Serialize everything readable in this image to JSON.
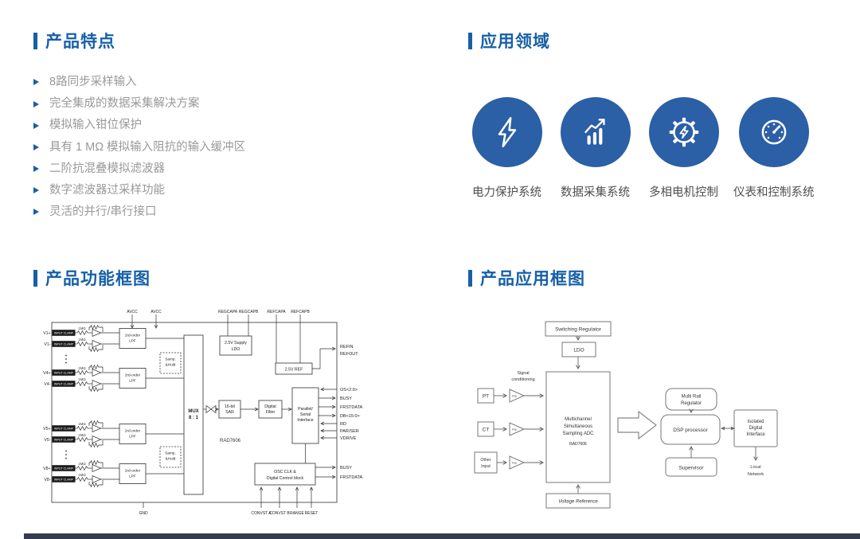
{
  "colors": {
    "accent": "#1660a8",
    "circle_blue": "#2b5fa6",
    "footer_bar": "#333d4f"
  },
  "features": {
    "title": "产品特点",
    "items": [
      "8路同步采样输入",
      "完全集成的数据采集解决方案",
      "模拟输入钳位保护",
      "具有 1 MΩ 模拟输入阻抗的输入缓冲区",
      "二阶抗混叠模拟滤波器",
      "数字滤波器过采样功能",
      "灵活的并行/串行接口"
    ]
  },
  "applications": {
    "title": "应用领域",
    "items": [
      {
        "icon": "lightning-icon",
        "label": "电力保护系统"
      },
      {
        "icon": "bar-chart-icon",
        "label": "数据采集系统"
      },
      {
        "icon": "gear-icon",
        "label": "多相电机控制"
      },
      {
        "icon": "gauge-icon",
        "label": "仪表和控制系统"
      }
    ]
  },
  "func_diag": {
    "title": "产品功能框图",
    "chip_name": "RAD7606",
    "top_pins": {
      "avcc1": "AVCC",
      "avcc2": "AVCC",
      "regcapa": "REGCAPA",
      "regcapb": "REGCAPB",
      "refcapa": "REFCAPA",
      "refcapb": "REFCAPB"
    },
    "channels": [
      {
        "p": "V1+",
        "n": "V1-"
      },
      {
        "p": "V4+",
        "n": "V4-"
      },
      {
        "p": "V5+",
        "n": "V5-"
      },
      {
        "p": "V8+",
        "n": "V8-"
      }
    ],
    "clamp": "INPUT CLAMP",
    "resistor": "1MΩ",
    "lpf_1": "2rd-order",
    "lpf_2": "LPF",
    "sh_1": "Samp.",
    "sh_2": "&Hold",
    "mux_1": "MUX",
    "mux_2": "8 : 1",
    "sar_1": "16-bit",
    "sar_2": "SAR",
    "filter_1": "Digital",
    "filter_2": "Filter",
    "iface_1": "Parallel/",
    "iface_2": "Serial",
    "iface_3": "Interface",
    "ldo_1": "2.5V Supply",
    "ldo_2": "LDO",
    "ref": "2.5V REF",
    "osc_1": "OSC CLK &",
    "osc_2": "Digital Control block",
    "right_pins": {
      "refin": "REFIN",
      "refout": "REFOUT",
      "os": "OS<2:0>",
      "busy": "BUSY",
      "frstdata": "FRSTDATA",
      "db": "DB<15:0>",
      "rd": "RD",
      "parser": "PAR/SER",
      "vdrive": "VDRIVE",
      "busy2": "BUSY",
      "frstdata2": "FRSTDATA"
    },
    "bottom_pins": {
      "gnd": "GND",
      "convsta": "CONVST A",
      "convstb": "CONVST B",
      "range": "RANGE",
      "reset": "RESET"
    }
  },
  "app_diag": {
    "title": "产品应用框图",
    "switching_regulator": "Switching Regulator",
    "ldo": "LDO",
    "signal_1": "Signal",
    "signal_2": "conditioning",
    "pt": "PT",
    "ct": "CT",
    "other_1": "Other",
    "other_2": "Input",
    "amp": "Amp",
    "adc_1": "Multichannel",
    "adc_2": "Simultaneous",
    "adc_3": "Sampling ADC",
    "adc_name": "RAD7606",
    "multirail_1": "Multi Rail",
    "multirail_2": "Regulator",
    "dsp": "DSP processor",
    "supervisor": "Supervisor",
    "iso_1": "Isolated",
    "iso_2": "Digital",
    "iso_3": "Interface",
    "local_1": "Local",
    "local_2": "Network",
    "vref": "Voltage Reference"
  }
}
